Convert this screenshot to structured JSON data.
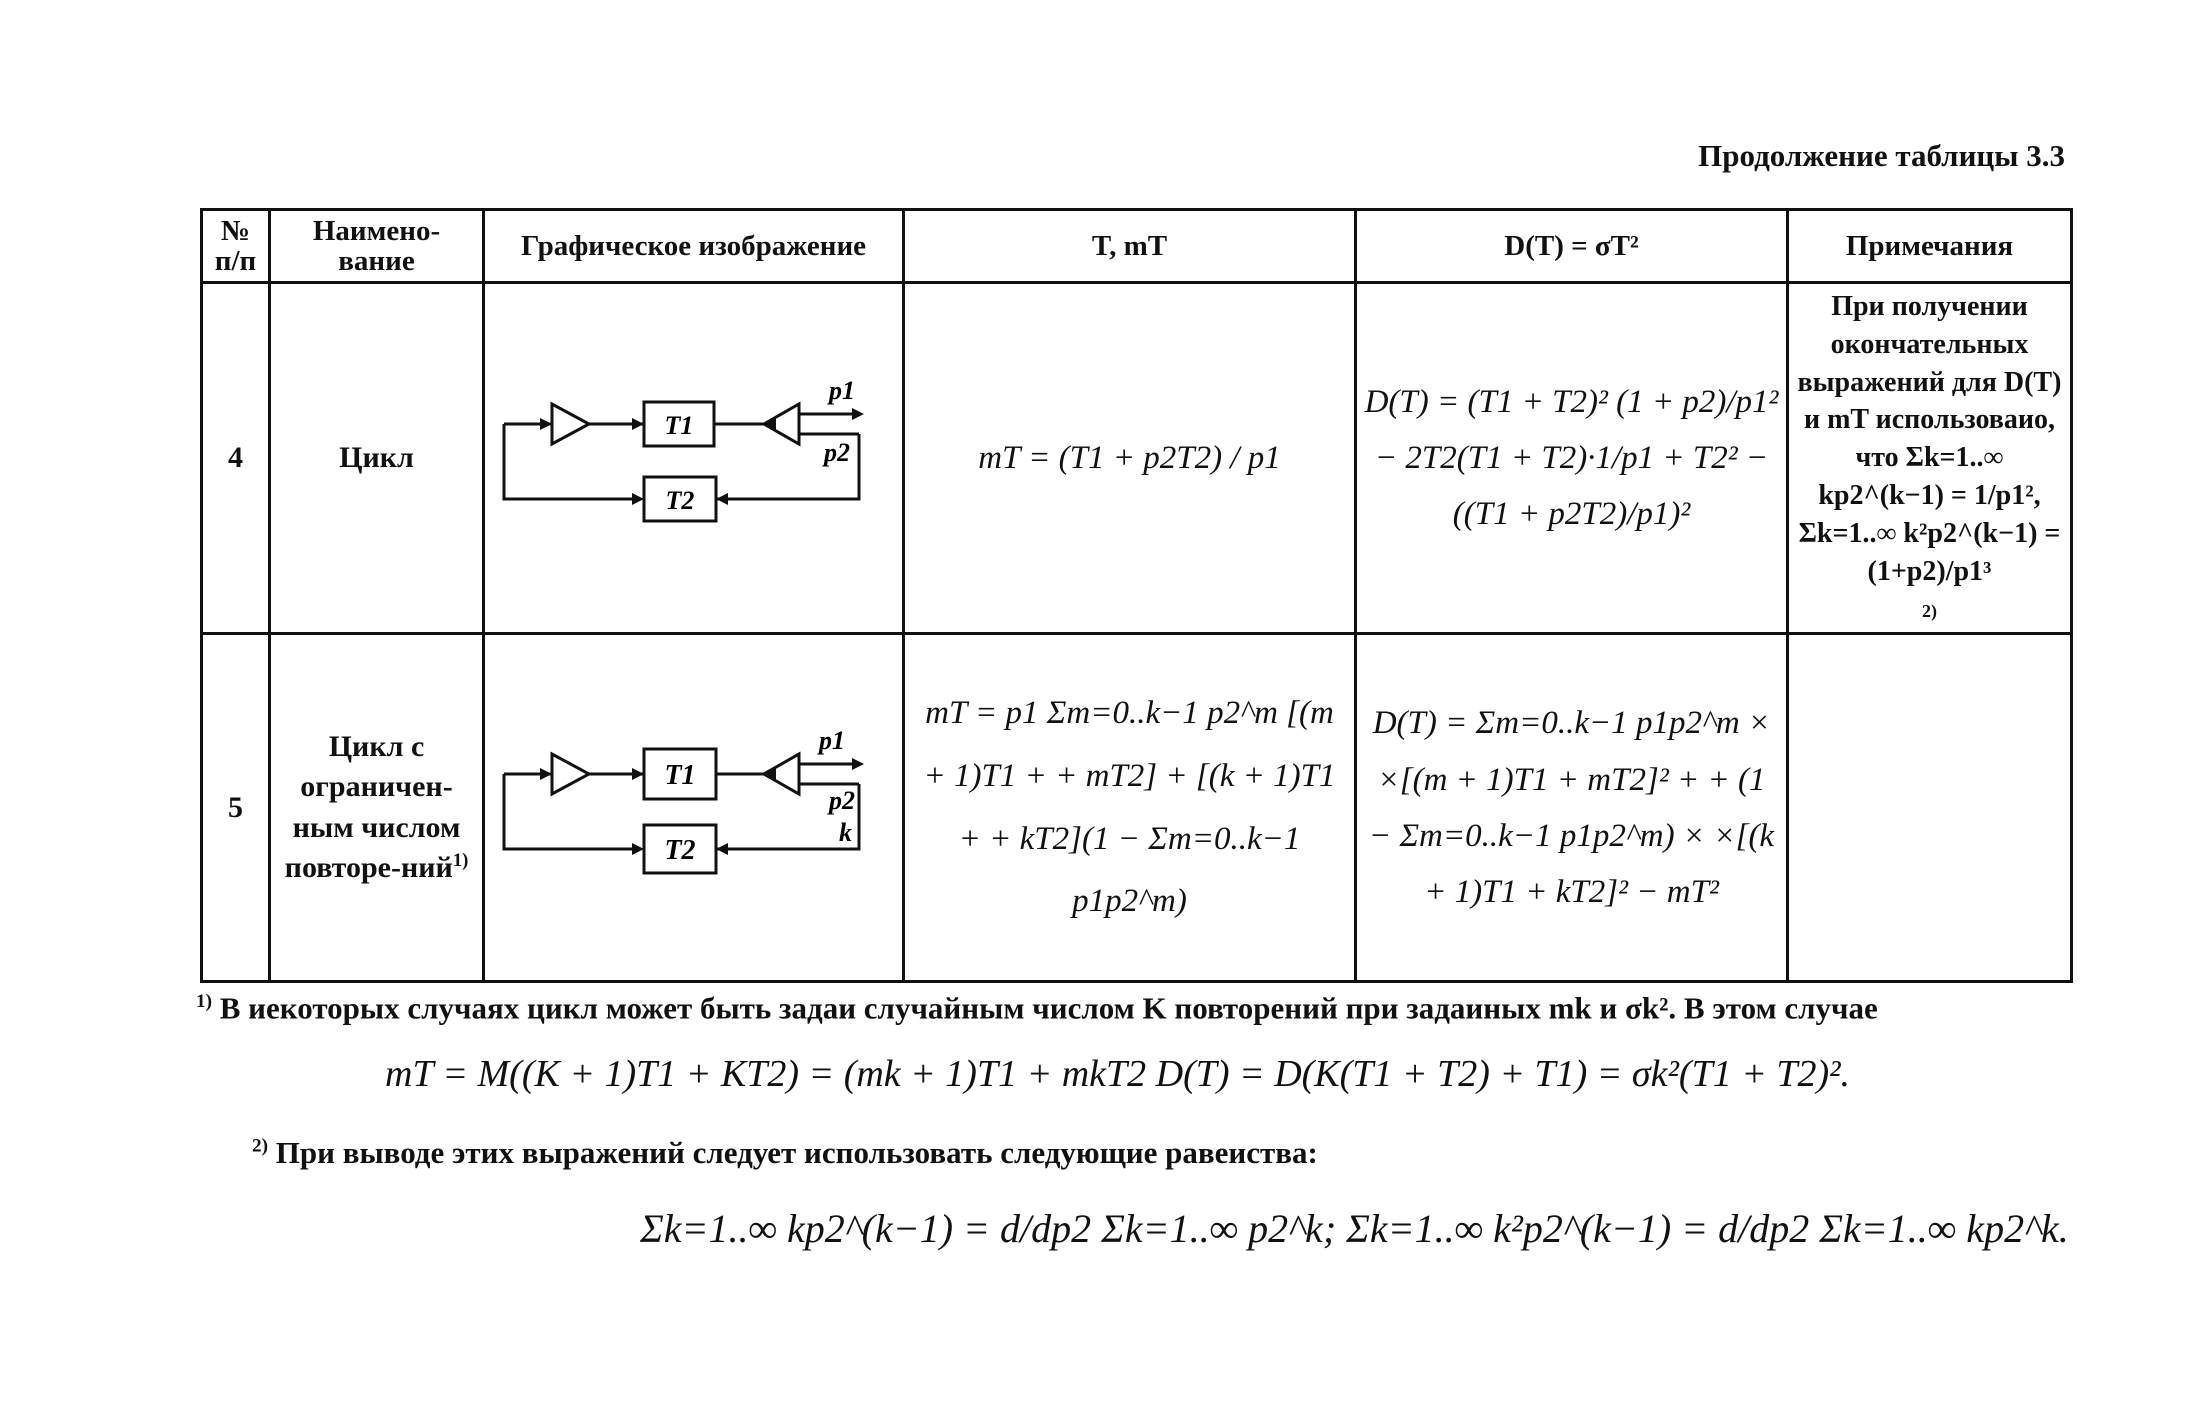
{
  "caption": "Продолжение таблицы 3.3",
  "headers": {
    "num": "№ п/п",
    "name": "Наимено-вание",
    "image": "Графическое изображение",
    "mean": "T, mT",
    "variance": "D(T) = σT²",
    "notes": "Примечания"
  },
  "rows": [
    {
      "num": "4",
      "name": "Цикл",
      "diagram": {
        "block1": "T1",
        "block2": "T2",
        "out1": "p1",
        "out2": "p2"
      },
      "mean": "mT = (T1 + p2T2) / p1",
      "variance": "D(T) = (T1 + T2)² (1 + p2)/p1² − 2T2(T1 + T2)·1/p1 + T2² − ((T1 + p2T2)/p1)²",
      "note": "При получении окончательных выражений для D(T) и mT использоваио, что Σk=1..∞ kp2^(k−1) = 1/p1², Σk=1..∞ k²p2^(k−1) = (1+p2)/p1³",
      "note_mark": "2)"
    },
    {
      "num": "5",
      "name": "Цикл с ограничен-ным числом повторе-ний",
      "name_mark": "1)",
      "diagram": {
        "block1": "T1",
        "block2": "T2",
        "out1": "p1",
        "out2": "p2",
        "out3": "k"
      },
      "mean": "mT = p1 Σm=0..k−1 p2^m [(m + 1)T1 + + mT2] + [(k + 1)T1 + + kT2](1 − Σm=0..k−1 p1p2^m)",
      "variance": "D(T) = Σm=0..k−1 p1p2^m × ×[(m + 1)T1 + mT2]² + + (1 − Σm=0..k−1 p1p2^m) × ×[(k + 1)T1 + kT2]² − mT²"
    }
  ],
  "footnote1": {
    "mark": "1)",
    "text": "В иекоторых случаях цикл может быть задаи случайным числом K повторений при задаиных mk и σk². В этом случае",
    "formula": "mT = M((K + 1)T1 + KT2) = (mk + 1)T1 + mkT2     D(T) = D(K(T1 + T2) + T1) = σk²(T1 + T2)²."
  },
  "footnote2": {
    "mark": "2)",
    "text": "При выводе этих выражений следует использовать следующие равеиства:",
    "formula": "Σk=1..∞ kp2^(k−1) = d/dp2 Σk=1..∞ p2^k;   Σk=1..∞ k²p2^(k−1) = d/dp2 Σk=1..∞ kp2^k."
  }
}
